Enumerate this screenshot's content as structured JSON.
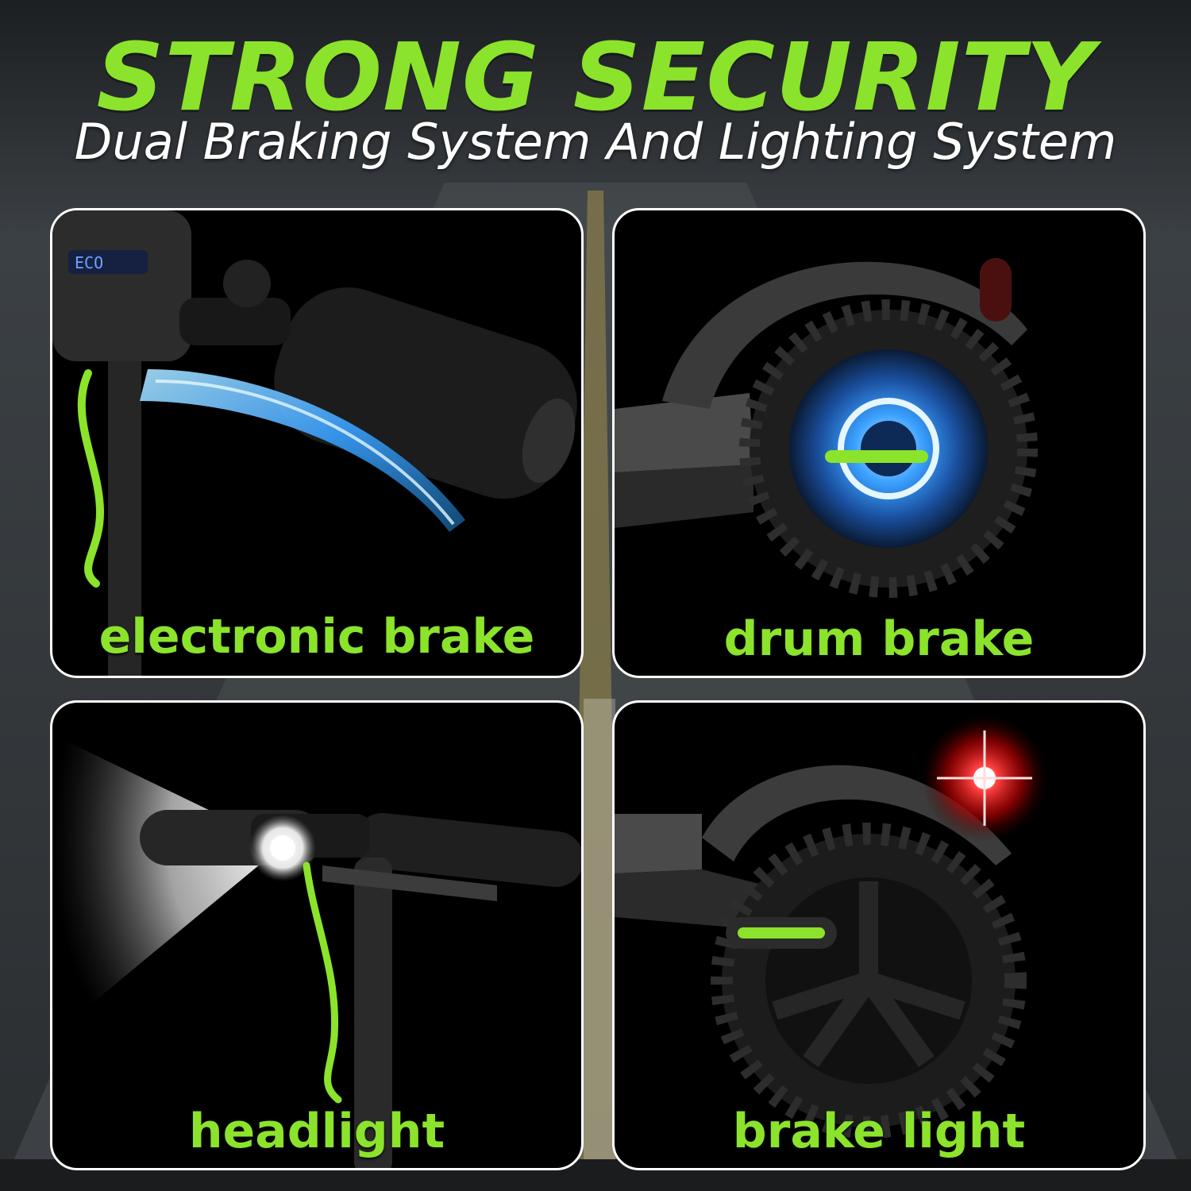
{
  "header": {
    "title": "STRONG SECURITY",
    "subtitle": "Dual Braking System And Lighting System"
  },
  "features": [
    {
      "label": "electronic brake",
      "icon": "handlebar-brake-lever-icon"
    },
    {
      "label": "drum brake",
      "icon": "rear-wheel-drum-icon"
    },
    {
      "label": "headlight",
      "icon": "headlight-beam-icon"
    },
    {
      "label": "brake light",
      "icon": "rear-red-light-icon"
    }
  ],
  "colors": {
    "accent_green": "#8be32b",
    "glow_blue": "#3aa0ff",
    "brake_red": "#ff2020",
    "panel_bg": "#000000",
    "panel_border": "#ffffff"
  }
}
